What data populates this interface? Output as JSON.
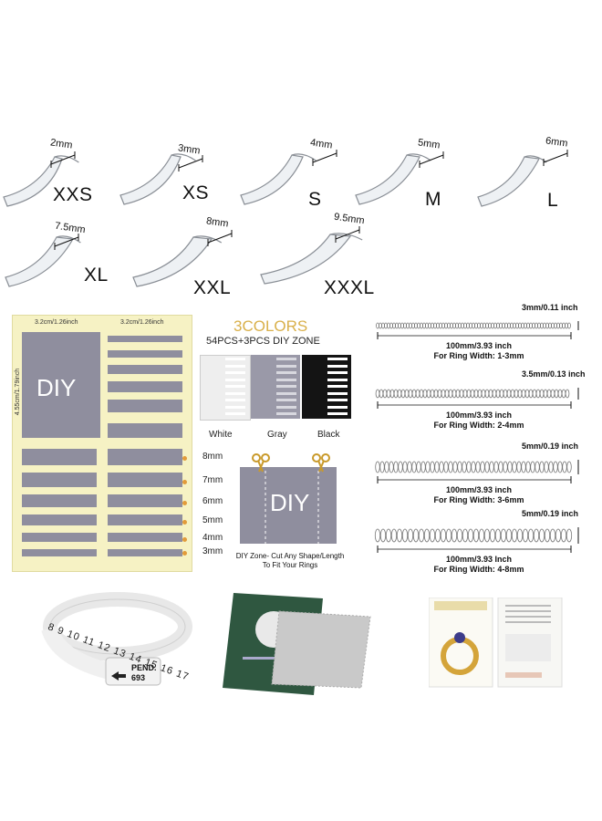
{
  "adjusters": [
    {
      "size": "XXS",
      "width": "2mm"
    },
    {
      "size": "XS",
      "width": "3mm"
    },
    {
      "size": "S",
      "width": "4mm"
    },
    {
      "size": "M",
      "width": "5mm"
    },
    {
      "size": "L",
      "width": "6mm"
    },
    {
      "size": "XL",
      "width": "7.5mm"
    },
    {
      "size": "XXL",
      "width": "8mm"
    },
    {
      "size": "XXXL",
      "width": "9.5mm"
    }
  ],
  "sheet": {
    "width_label_left": "3.2cm/1.26inch",
    "width_label_right": "3.2cm/1.26inch",
    "height_label": "4.55cm/1.79inch",
    "diy_label": "DIY",
    "mm_labels": [
      "8mm",
      "7mm",
      "6mm",
      "5mm",
      "4mm",
      "3mm"
    ]
  },
  "colors": {
    "title": "3COLORS",
    "subtitle": "54PCS+3PCS DIY ZONE",
    "swatches": [
      "White",
      "Gray",
      "Black"
    ]
  },
  "diy_zone": {
    "label": "DIY",
    "caption_line1": "DIY Zone- Cut Any Shape/Length",
    "caption_line2": "To Fit Your Rings"
  },
  "springs": [
    {
      "diameter": "3mm/0.11 inch",
      "length": "100mm/3.93 inch",
      "range": "For Ring Width: 1-3mm"
    },
    {
      "diameter": "3.5mm/0.13 inch",
      "length": "100mm/3.93 inch",
      "range": "For Ring Width: 2-4mm"
    },
    {
      "diameter": "5mm/0.19 inch",
      "length": "100mm/3.93 inch",
      "range": "For Ring Width: 3-6mm"
    },
    {
      "diameter": "5mm/0.19 inch",
      "length": "100mm/3.93 Inch",
      "range": "For Ring Width: 4-8mm"
    }
  ],
  "sizer": {
    "numbers": "8 9 10 11 12 13 14 15 16 17",
    "tag_line1": "PEND.",
    "tag_line2": "693"
  },
  "colors_hex": {
    "sheet_bg": "#f6f2c4",
    "strip_gray": "#8f8e9e",
    "title_gold": "#d9b04a",
    "card_green": "#2f5740"
  }
}
